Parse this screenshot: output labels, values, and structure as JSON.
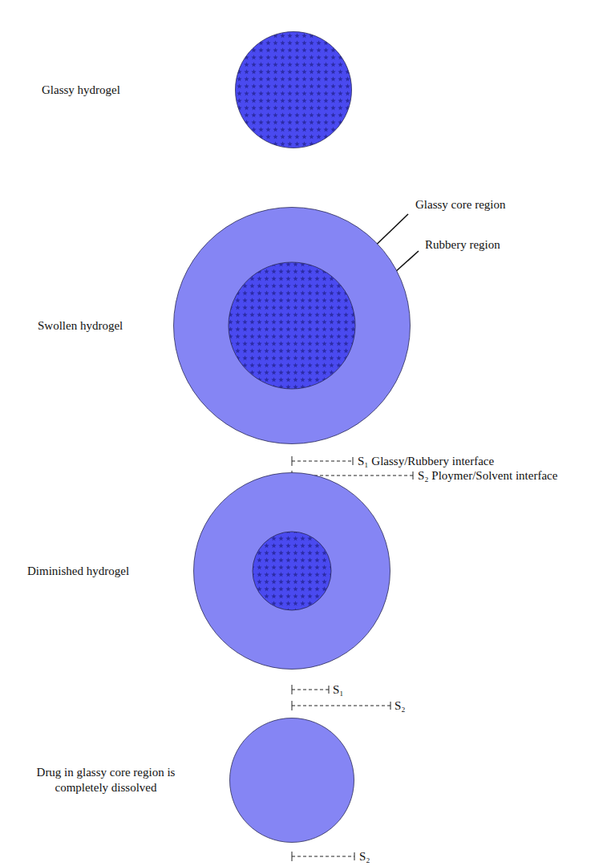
{
  "diagram": {
    "nodes": [
      {
        "text": [
          "Glassy hydrogel"
        ]
      },
      {
        "text": [
          "Swollen hydrogel"
        ]
      },
      {
        "text": [
          "Diminished hydrogel"
        ]
      },
      {
        "text": [
          "Drug in glassy core region is completely dissolved"
        ]
      }
    ],
    "labels": [
      "Glassy core region",
      "Rubbery region",
      "S₁ Glassy/Rubbery interface",
      "S₂ Ploymer/Solvent interface",
      "S₁",
      "S₂",
      "S₂"
    ]
  }
}
